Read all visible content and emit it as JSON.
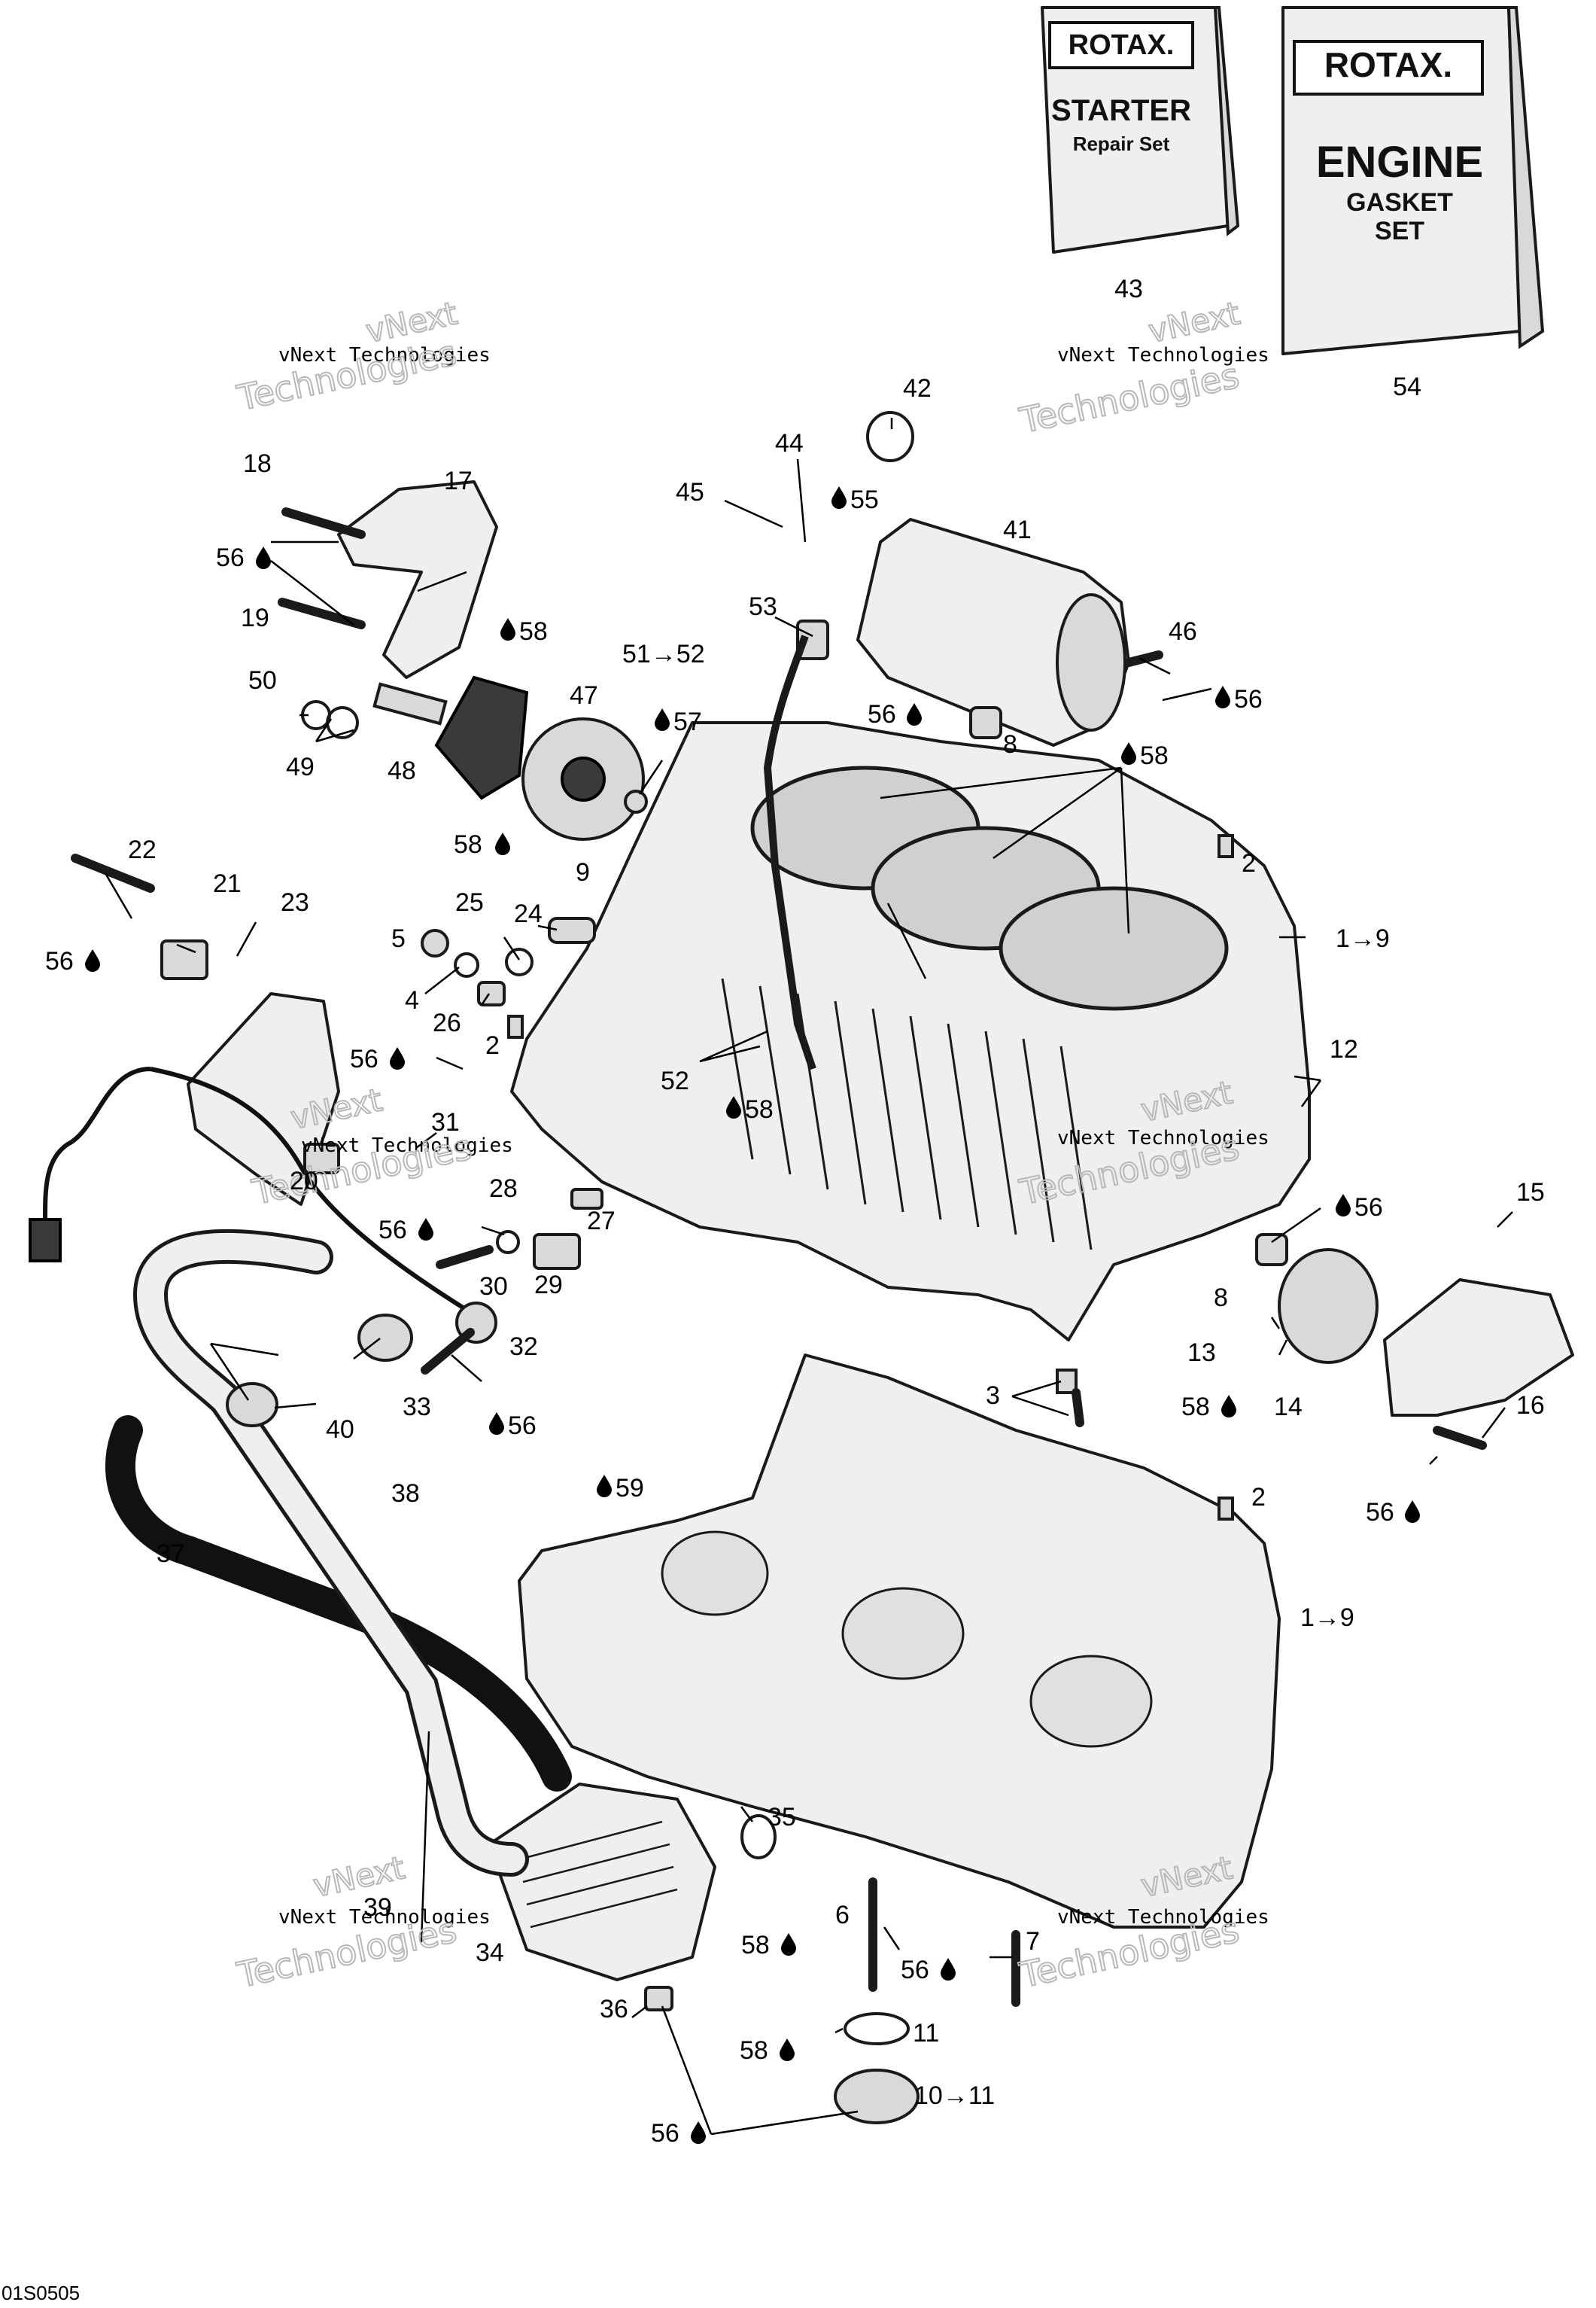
{
  "booklets": {
    "starter": {
      "brand": "ROTAX.",
      "title": "STARTER",
      "subtitle": "Repair Set",
      "number": "43"
    },
    "gasket": {
      "brand": "ROTAX.",
      "title": "ENGINE",
      "subtitle": "GASKET",
      "subtitle2": "SET",
      "number": "54"
    }
  },
  "watermark": {
    "line1": "vNext Technologies",
    "line2": "vNext",
    "line3": "Technologies"
  },
  "callouts": {
    "c1": "1→9",
    "c1b": "1→9",
    "c2a": "2",
    "c2b": "2",
    "c2c": "2",
    "c3": "3",
    "c4": "4",
    "c5": "5",
    "c6": "6",
    "c7": "7",
    "c8a": "8",
    "c8b": "8",
    "c9": "9",
    "c10": "10→11",
    "c11": "11",
    "c12": "12",
    "c13": "13",
    "c14": "14",
    "c15": "15",
    "c16": "16",
    "c17": "17",
    "c18": "18",
    "c19": "19",
    "c20": "20",
    "c21": "21",
    "c22": "22",
    "c23": "23",
    "c24": "24",
    "c25": "25",
    "c26": "26",
    "c27": "27",
    "c28": "28",
    "c29": "29",
    "c30": "30",
    "c31": "31",
    "c32": "32",
    "c33": "33",
    "c34": "34",
    "c35": "35",
    "c36": "36",
    "c37": "37",
    "c38": "38",
    "c39": "39",
    "c40": "40",
    "c41": "41",
    "c42": "42",
    "c44": "44",
    "c45": "45",
    "c46": "46",
    "c47": "47",
    "c48": "48",
    "c49": "49",
    "c50": "50",
    "c51": "51→52",
    "c52": "52",
    "c53": "53",
    "l55": "55",
    "l56": "56",
    "l57": "57",
    "l58": "58",
    "l59": "59"
  },
  "figure_code": "01S0505"
}
